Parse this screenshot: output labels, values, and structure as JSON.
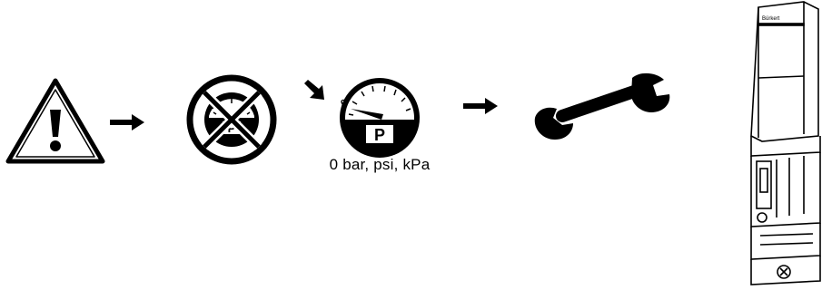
{
  "steps": [
    {
      "icon": "warning-icon"
    },
    {
      "icon": "no-pressure-icon",
      "gauge_letter": "P",
      "gauge_zero": "0"
    },
    {
      "icon": "pressure-gauge-icon",
      "gauge_letter": "P",
      "gauge_zero": "0",
      "caption": "0 bar, psi, kPa"
    },
    {
      "icon": "wrench-icon"
    },
    {
      "icon": "valve-device",
      "brand_label": "Bürkert"
    }
  ],
  "colors": {
    "ink": "#000000",
    "background": "#ffffff"
  }
}
